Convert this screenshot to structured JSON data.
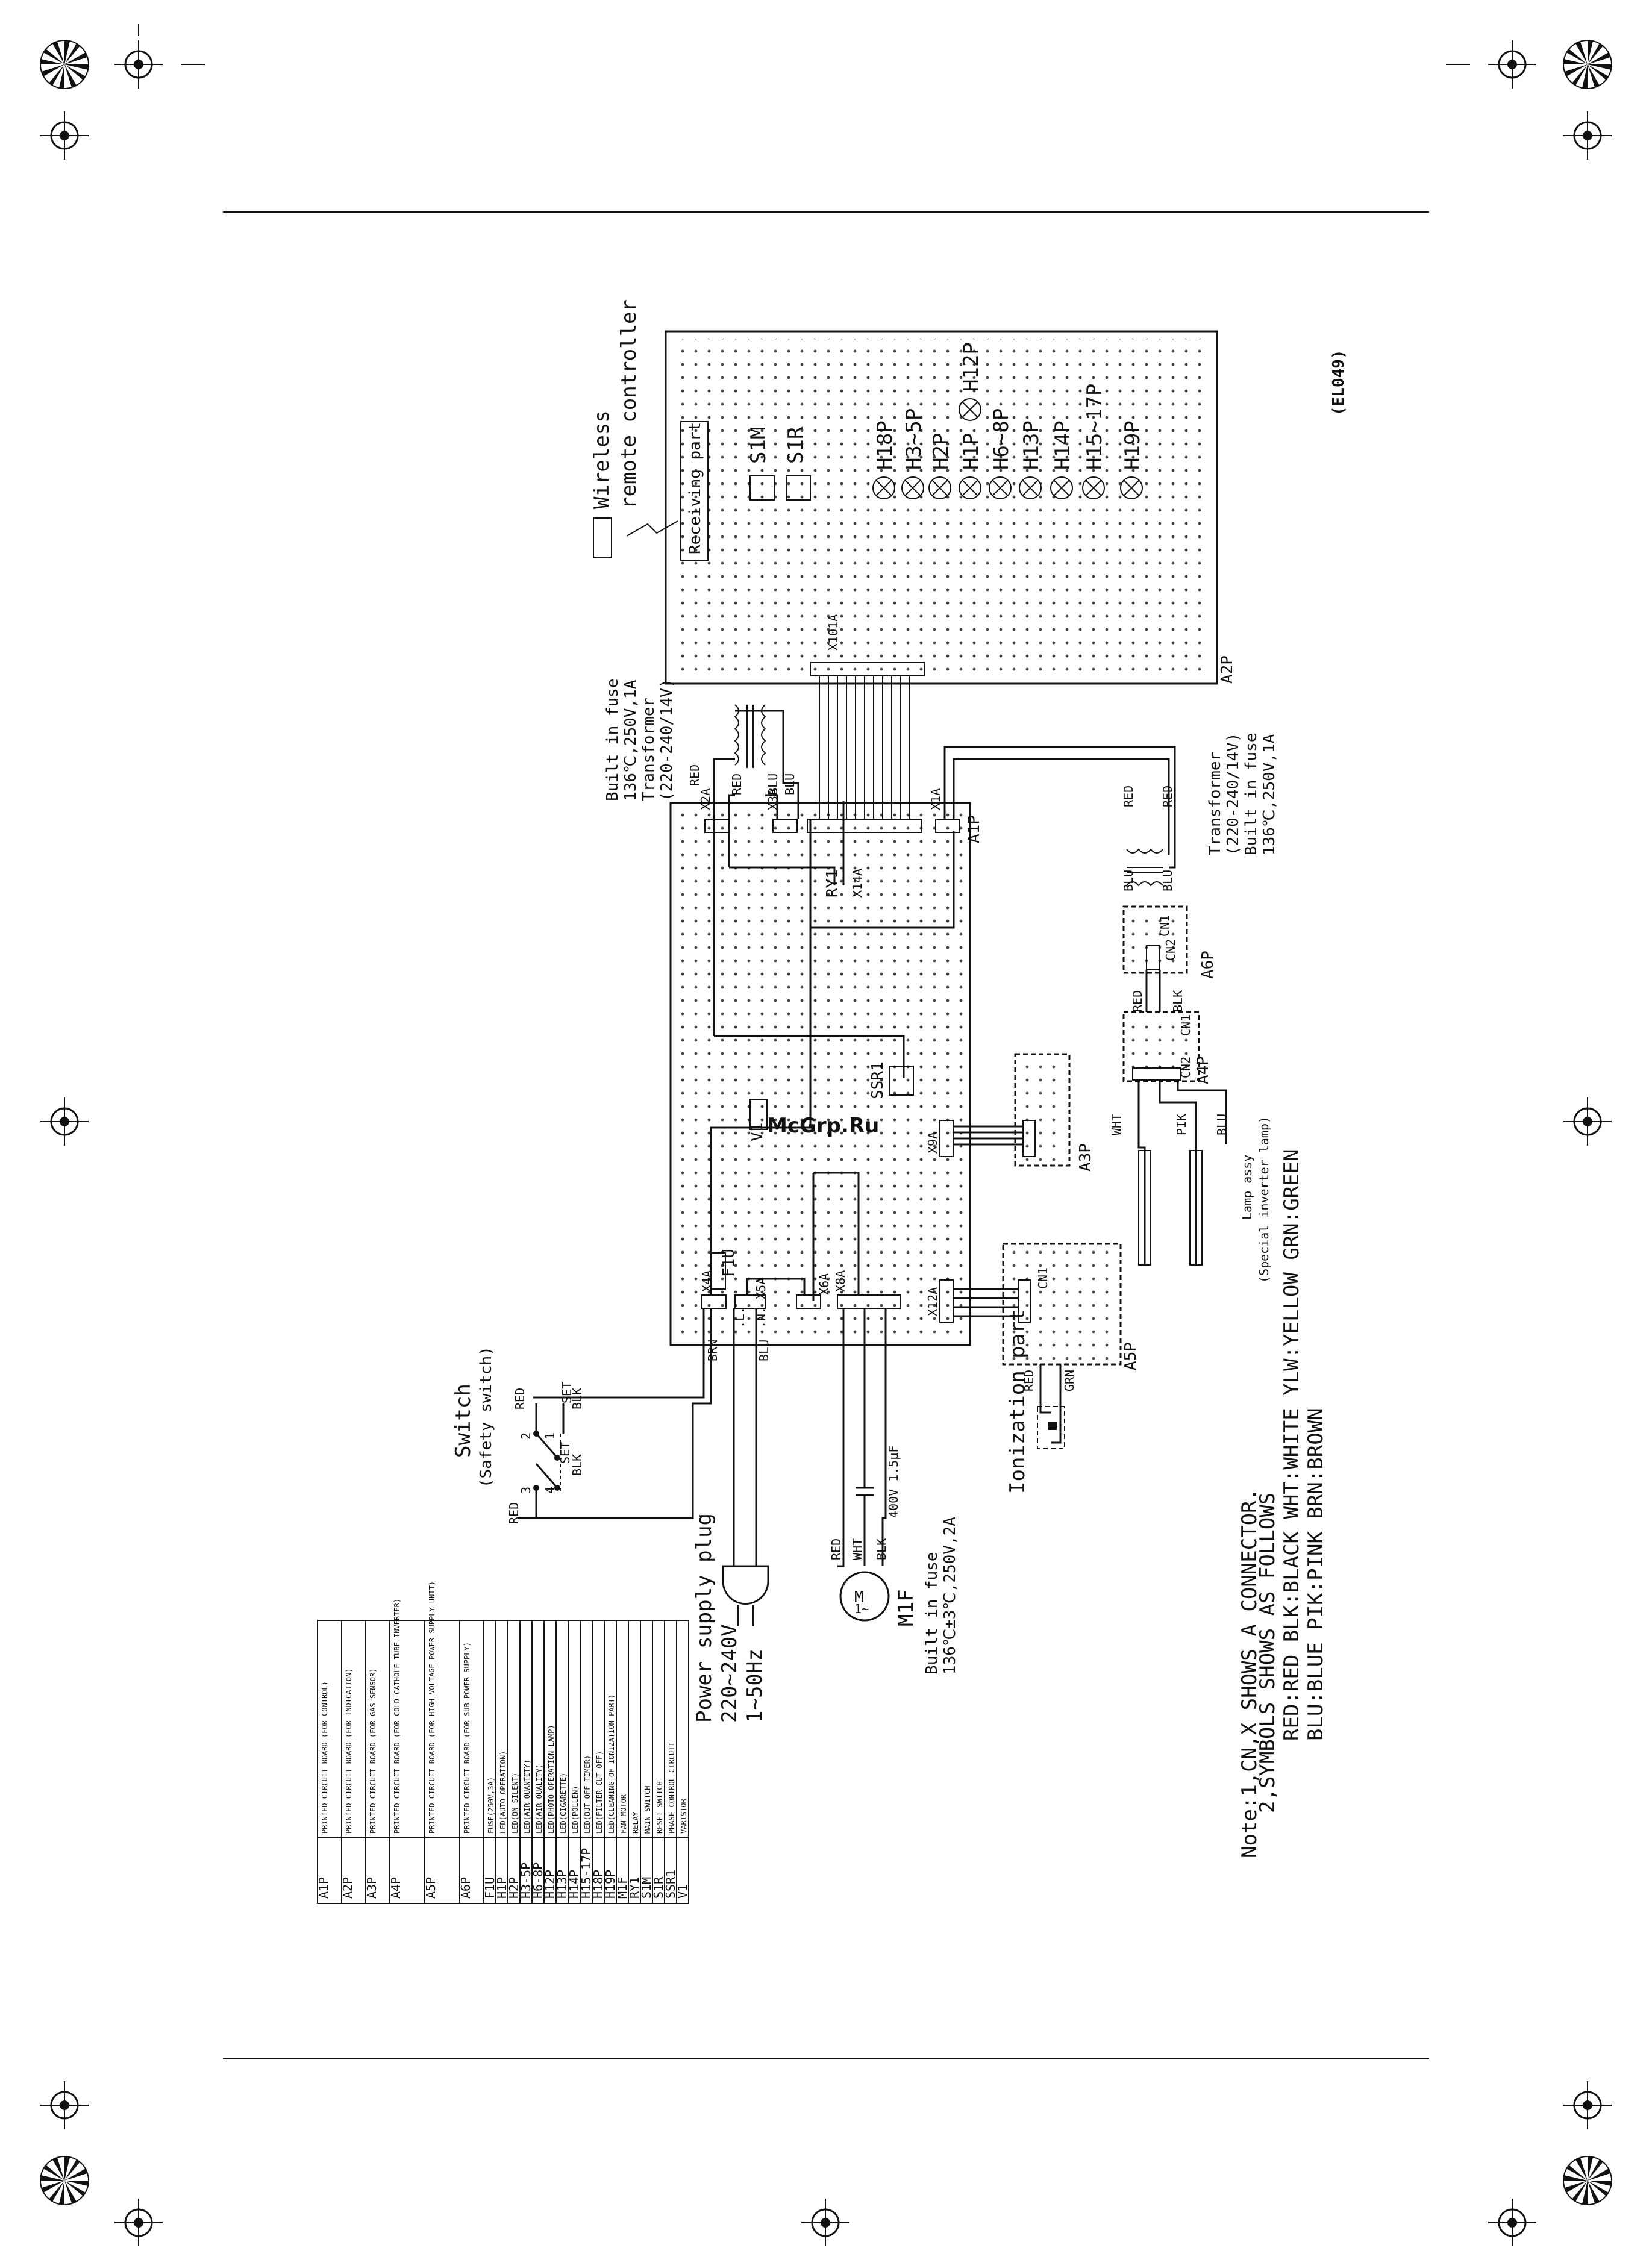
{
  "page": {
    "figure_code": "(EL049)",
    "watermark": "McGrp.Ru"
  },
  "notes": {
    "line1": "Note:1,CN,X SHOWS A CONNECTOR.",
    "line2": "2,SYMBOLS SHOWS AS FOLLOWS",
    "line3": "RED:RED  BLK:BLACK  WHT:WHITE  YLW:YELLOW  GRN:GREEN",
    "line4": "BLU:BLUE  PIK:PINK  BRN:BROWN"
  },
  "legend": [
    {
      "code": "A1P",
      "desc": "PRINTED CIRCUIT BOARD (FOR CONTROL)"
    },
    {
      "code": "A2P",
      "desc": "PRINTED CIRCUIT BOARD (FOR INDICATION)"
    },
    {
      "code": "A3P",
      "desc": "PRINTED CIRCUIT BOARD (FOR GAS SENSOR)"
    },
    {
      "code": "A4P",
      "desc": "PRINTED CIRCUIT BOARD (FOR COLD CATHOLE TUBE INVERTER)"
    },
    {
      "code": "A5P",
      "desc": "PRINTED CIRCUIT BOARD (FOR HIGH VOLTAGE POWER SUPPLY UNIT)"
    },
    {
      "code": "A6P",
      "desc": "PRINTED CIRCUIT BOARD (FOR SUB POWER SUPPLY)"
    },
    {
      "code": "F1U",
      "desc": "FUSE(250V,3A)"
    },
    {
      "code": "H1P",
      "desc": "LED(AUTO OPERATION)"
    },
    {
      "code": "H2P",
      "desc": "LED(ON SILENT)"
    },
    {
      "code": "H3-5P",
      "desc": "LED(AIR QUANTITY)"
    },
    {
      "code": "H6-8P",
      "desc": "LED(AIR QUALITY)"
    },
    {
      "code": "H12P",
      "desc": "LED(PHOTO OPERATION LAMP)"
    },
    {
      "code": "H13P",
      "desc": "LED(CIGARETTE)"
    },
    {
      "code": "H14P",
      "desc": "LED(POLLEN)"
    },
    {
      "code": "H15-17P",
      "desc": "LED(OUT OFF TIMER)"
    },
    {
      "code": "H18P",
      "desc": "LED(FILTER CUT OFF)"
    },
    {
      "code": "H19P",
      "desc": "LED(CLEANING OF IONIZATION PART)"
    },
    {
      "code": "M1F",
      "desc": "FAN MOTOR"
    },
    {
      "code": "RY1",
      "desc": "RELAY"
    },
    {
      "code": "S1M",
      "desc": "MAIN SWITCH"
    },
    {
      "code": "S1R",
      "desc": "RESET SWITCH"
    },
    {
      "code": "SSR1",
      "desc": "PHASE CONTROL CIRCUIT"
    },
    {
      "code": "V1",
      "desc": "VARISTOR"
    }
  ],
  "labels": {
    "power_plug": "Power supply plug",
    "power_voltage": "220~240V",
    "power_freq": "1~50Hz",
    "switch_title": "Switch",
    "switch_sub": "(Safety switch)",
    "motor": "M1F",
    "motor_fuse1": "Built in fuse",
    "motor_fuse2": "136℃±3℃,250V,2A",
    "capacitor": "400V 1.5μF",
    "ionization": "Ionization part",
    "lamp_assy1": "Lamp assy",
    "lamp_assy2": "(Special inverter lamp)",
    "remote1": "Wireless",
    "remote2": "remote controller",
    "receiving": "Receiving part",
    "transformer_top1": "Built in fuse",
    "transformer_top2": "136℃,250V,1A",
    "transformer_top3": "Transformer",
    "transformer_top4": "(220-240/14V)",
    "transformer_bot1": "Transformer",
    "transformer_bot2": "(220-240/14V)",
    "transformer_bot3": "Built in fuse",
    "transformer_bot4": "136℃,250V,1A"
  },
  "boards": {
    "a1p": "A1P",
    "a2p": "A2P",
    "a3p": "A3P",
    "a4p": "A4P",
    "a5p": "A5P",
    "a6p": "A6P"
  },
  "connectors": [
    "X1A",
    "X2A",
    "X3A",
    "X4A",
    "X5A",
    "X6A",
    "X8A",
    "X9A",
    "X12A",
    "X101A",
    "CN1",
    "CN2",
    "RY1",
    "X14A",
    "F1U",
    "V1",
    "SSR1"
  ],
  "wire_colors": [
    "RED",
    "BLK",
    "WHT",
    "BLU",
    "BRN",
    "PIK",
    "GRN"
  ],
  "indicators": [
    "S1M",
    "S1R",
    "H18P",
    "H3~5P",
    "H2P",
    "H1P",
    "H6~8P",
    "H12P",
    "H13P",
    "H14P",
    "H15~17P",
    "H19P"
  ]
}
